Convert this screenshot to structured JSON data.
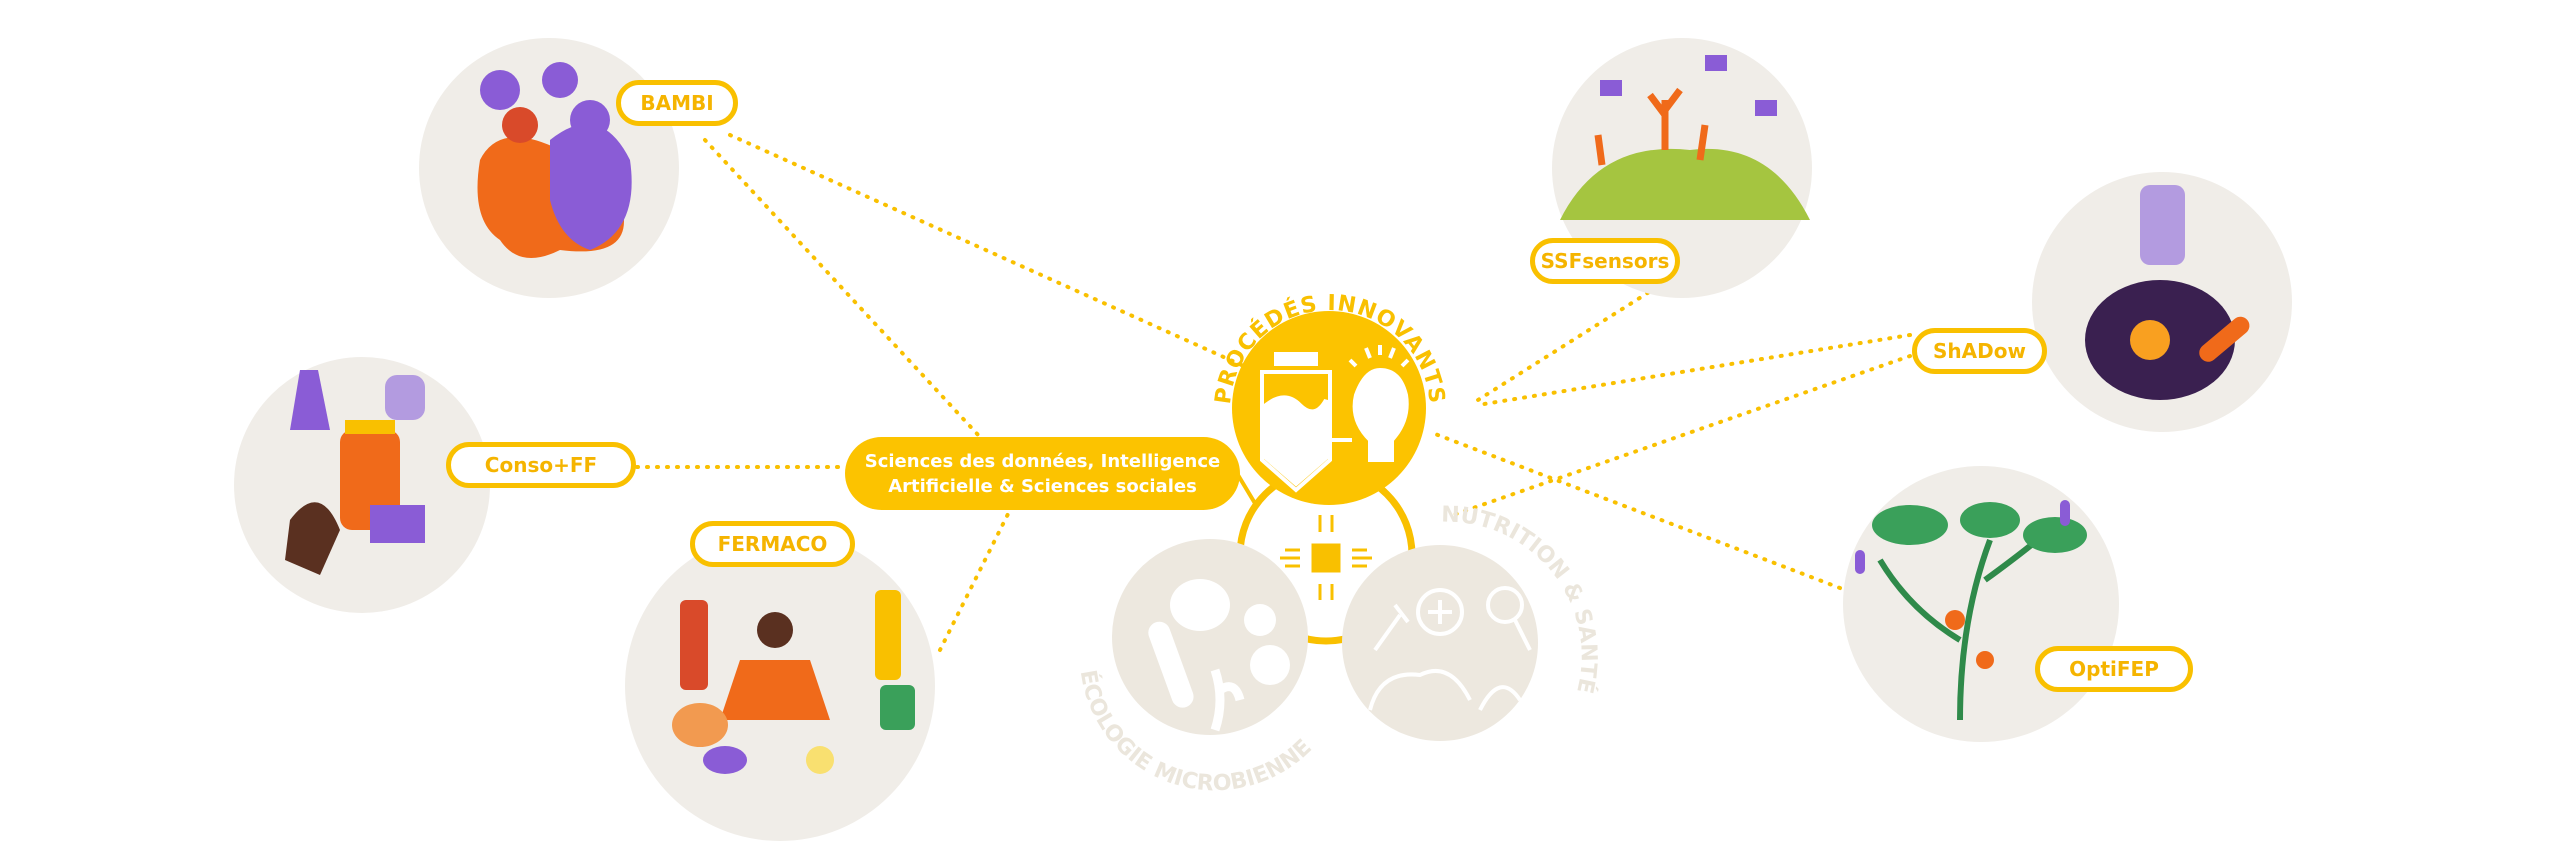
{
  "hub": {
    "top_title": "PROCÉDÉS INNOVANTS",
    "left_title": "ÉCOLOGIE MICROBIENNE",
    "right_title": "NUTRITION & SANTÉ",
    "center_pill": {
      "line1": "Sciences des données, Intelligence",
      "line2": "Artificielle & Sciences sociales"
    }
  },
  "projects": [
    {
      "label": "BAMBI",
      "icon": "microbes-illustration-icon"
    },
    {
      "label": "Conso+FF",
      "icon": "senses-jar-illustration-icon"
    },
    {
      "label": "FERMACO",
      "icon": "fermented-foods-illustration-icon"
    },
    {
      "label": "SSFsensors",
      "icon": "sensors-drones-illustration-icon"
    },
    {
      "label": "ShADow",
      "icon": "silo-illustration-icon"
    },
    {
      "label": "OptiFEP",
      "icon": "plant-illustration-icon"
    }
  ],
  "colors": {
    "accent": "#fcc300",
    "label_text": "#f5b400",
    "muted": "#ede8df",
    "purple": "#8a5cd6",
    "orange": "#f06a1a",
    "green": "#3aa05a"
  }
}
